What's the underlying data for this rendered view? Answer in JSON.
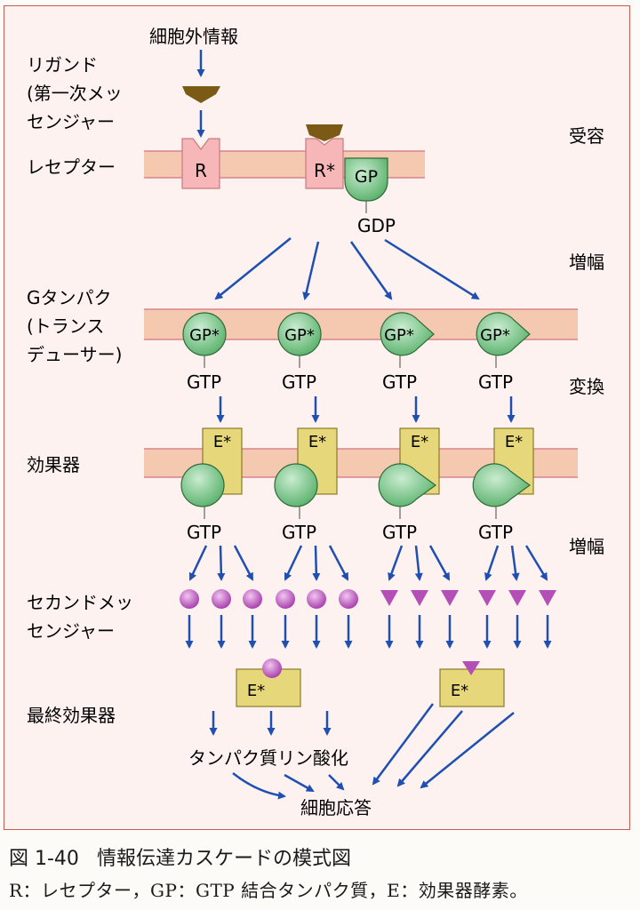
{
  "labels": {
    "external_info": "細胞外情報",
    "ligand": [
      "リガンド",
      "(第一次メッ",
      "センジャー"
    ],
    "receptor": "レセプター",
    "g_protein": [
      "Gタンパク",
      "(トランス",
      "デューサー)"
    ],
    "effector": "効果器",
    "second_messenger": [
      "セカンドメッ",
      "センジャー"
    ],
    "final_effector": "最終効果器"
  },
  "stages": {
    "reception": "受容",
    "amplification_1": "増幅",
    "transduction": "変換",
    "amplification_2": "増幅"
  },
  "nodes": {
    "receptor": "R",
    "receptor_active": "R*",
    "gp": "GP",
    "gp_active": "GP*",
    "gdp": "GDP",
    "gtp": "GTP",
    "effector_active": "E*",
    "phosphorylation": "タンパク質リン酸化",
    "cell_response": "細胞応答"
  },
  "caption": {
    "number": "図 1-40",
    "title": "情報伝達カスケードの模式図",
    "legend": "R：レセプター，GP：GTP 結合タンパク質，E：効果器酵素。"
  },
  "colors": {
    "frame_bg": "#fdf2f0",
    "frame_border": "#c95a5a",
    "membrane": "#f5c9b0",
    "membrane_line": "#d8848c",
    "receptor": "#f7b6b8",
    "ligand": "#7a5a14",
    "gprotein": "#7cc58a",
    "effector": "#e6d87a",
    "messenger": "#b44fb8",
    "arrow": "#1f4fb0"
  }
}
